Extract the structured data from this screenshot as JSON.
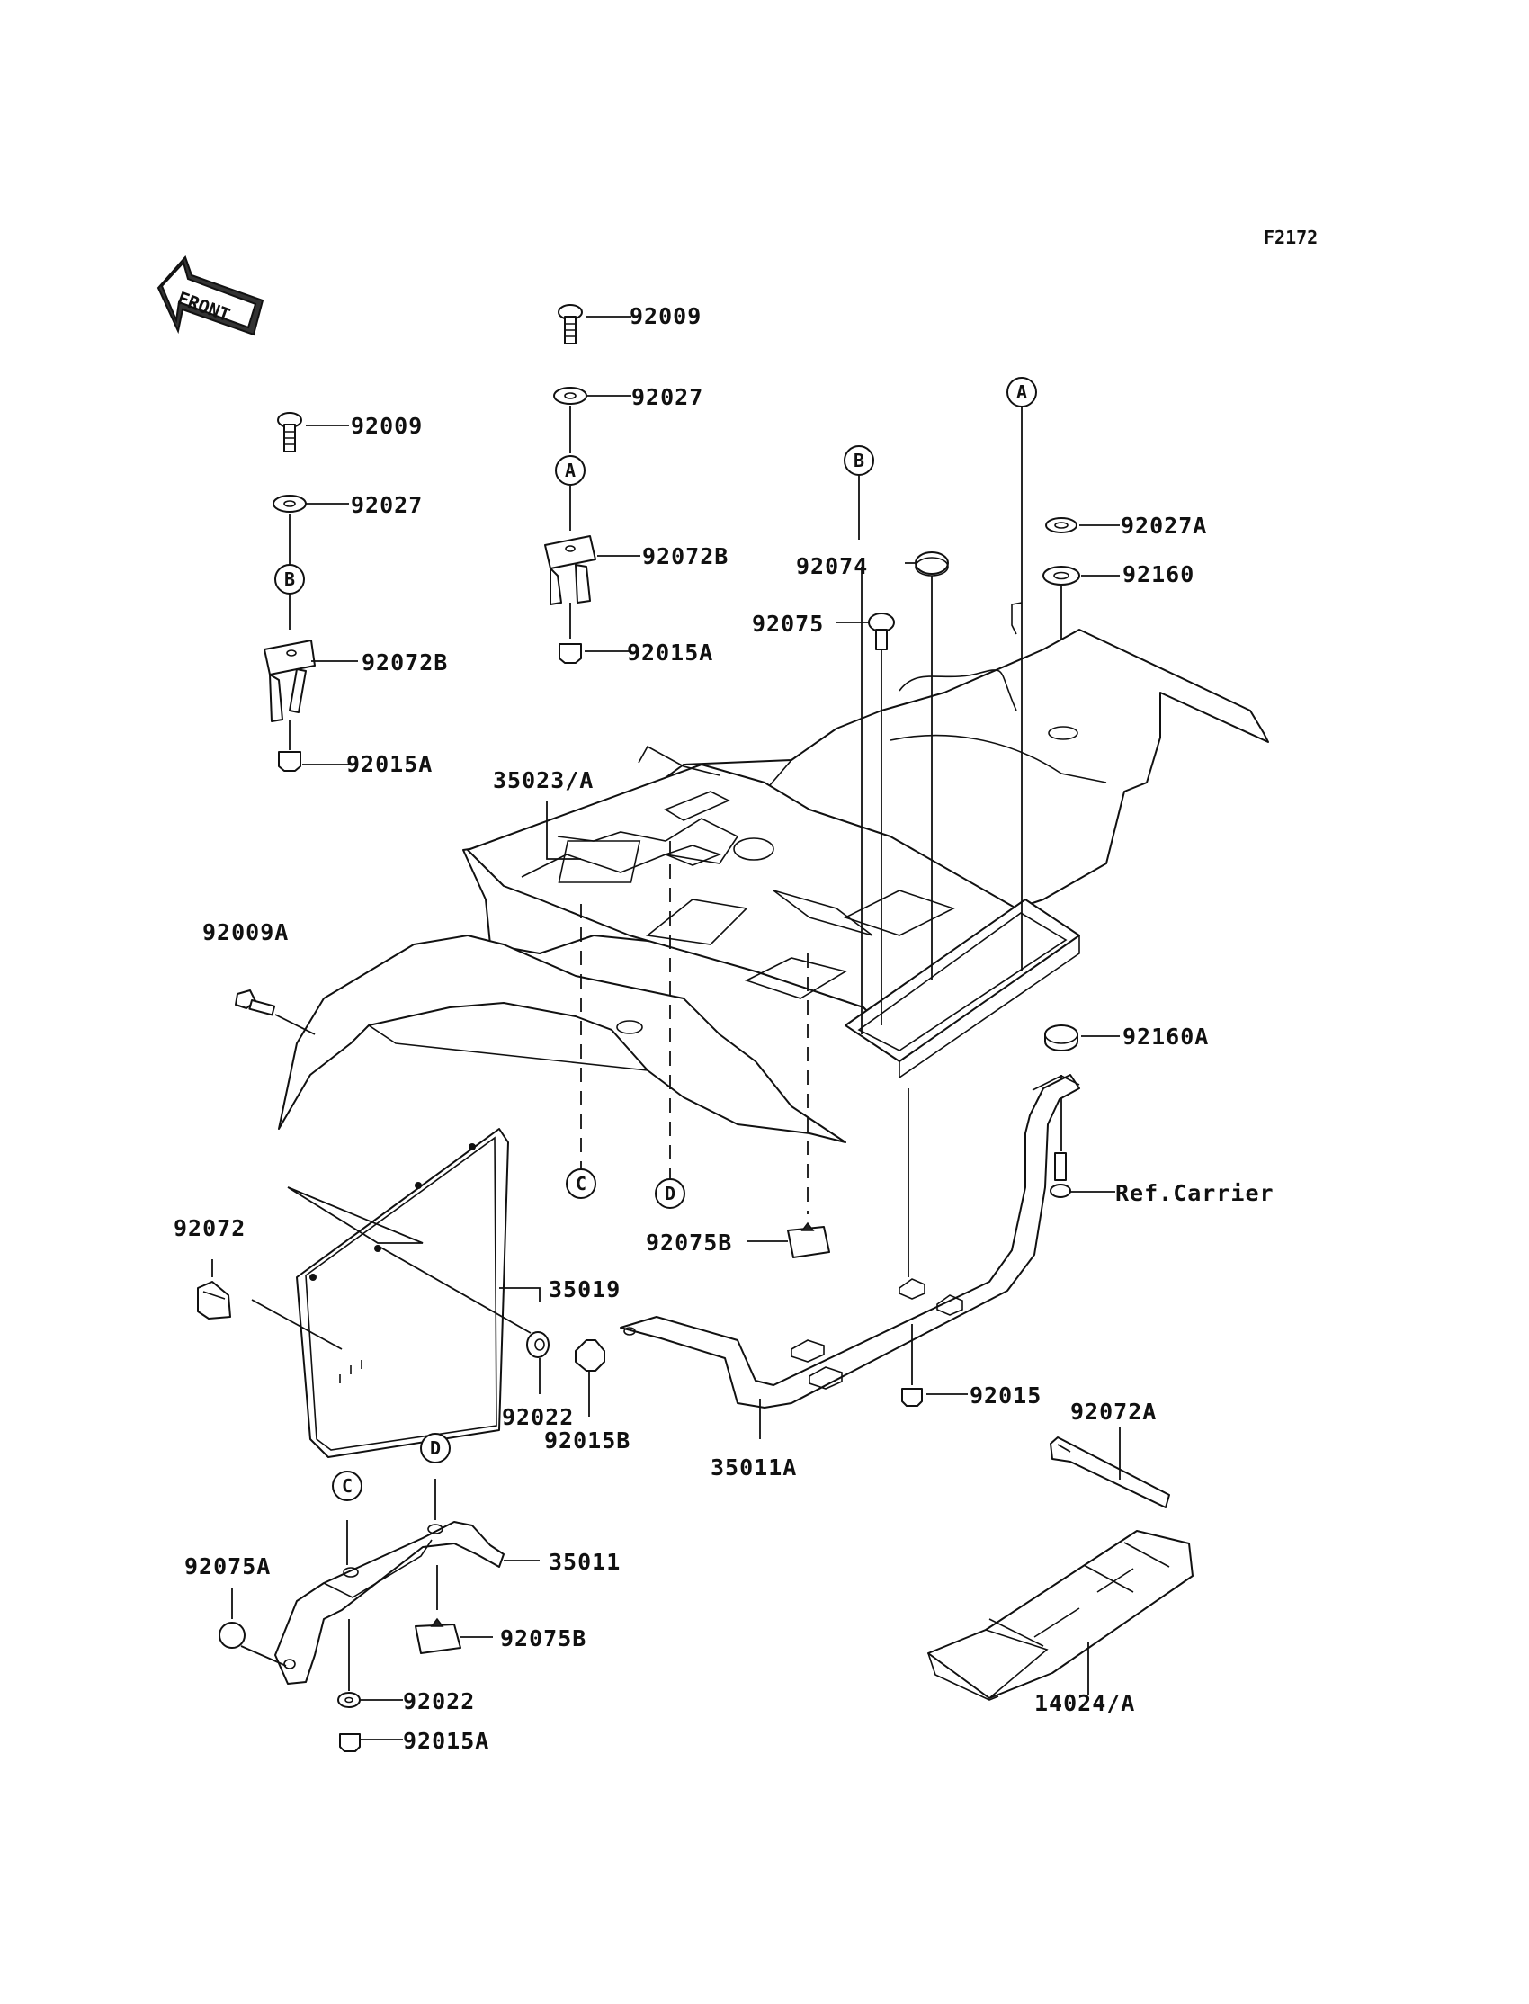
{
  "diagram": {
    "code": "F2172",
    "front_label": "FRONT",
    "parts": [
      {
        "id": "p1",
        "label": "92009"
      },
      {
        "id": "p2",
        "label": "92027"
      },
      {
        "id": "p3",
        "label": "92072B"
      },
      {
        "id": "p4",
        "label": "92015A"
      },
      {
        "id": "p5",
        "label": "92009"
      },
      {
        "id": "p6",
        "label": "92027"
      },
      {
        "id": "p7",
        "label": "92072B"
      },
      {
        "id": "p8",
        "label": "92015A"
      },
      {
        "id": "p9",
        "label": "92074"
      },
      {
        "id": "p10",
        "label": "92075"
      },
      {
        "id": "p11",
        "label": "92027A"
      },
      {
        "id": "p12",
        "label": "92160"
      },
      {
        "id": "p13",
        "label": "35023/A"
      },
      {
        "id": "p14",
        "label": "92009A"
      },
      {
        "id": "p15",
        "label": "92160A"
      },
      {
        "id": "p16",
        "label": "Ref.Carrier"
      },
      {
        "id": "p17",
        "label": "92072"
      },
      {
        "id": "p18",
        "label": "35019"
      },
      {
        "id": "p19",
        "label": "92075B"
      },
      {
        "id": "p20",
        "label": "92022"
      },
      {
        "id": "p21",
        "label": "92015B"
      },
      {
        "id": "p22",
        "label": "35011A"
      },
      {
        "id": "p23",
        "label": "92015"
      },
      {
        "id": "p24",
        "label": "92072A"
      },
      {
        "id": "p25",
        "label": "92075A"
      },
      {
        "id": "p26",
        "label": "35011"
      },
      {
        "id": "p27",
        "label": "92075B"
      },
      {
        "id": "p28",
        "label": "92022"
      },
      {
        "id": "p29",
        "label": "92015A"
      },
      {
        "id": "p30",
        "label": "14024/A"
      }
    ],
    "refs": [
      {
        "id": "r1",
        "letter": "A"
      },
      {
        "id": "r2",
        "letter": "A"
      },
      {
        "id": "r3",
        "letter": "B"
      },
      {
        "id": "r4",
        "letter": "B"
      },
      {
        "id": "r5",
        "letter": "C"
      },
      {
        "id": "r6",
        "letter": "D"
      },
      {
        "id": "r7",
        "letter": "C"
      },
      {
        "id": "r8",
        "letter": "D"
      }
    ]
  }
}
